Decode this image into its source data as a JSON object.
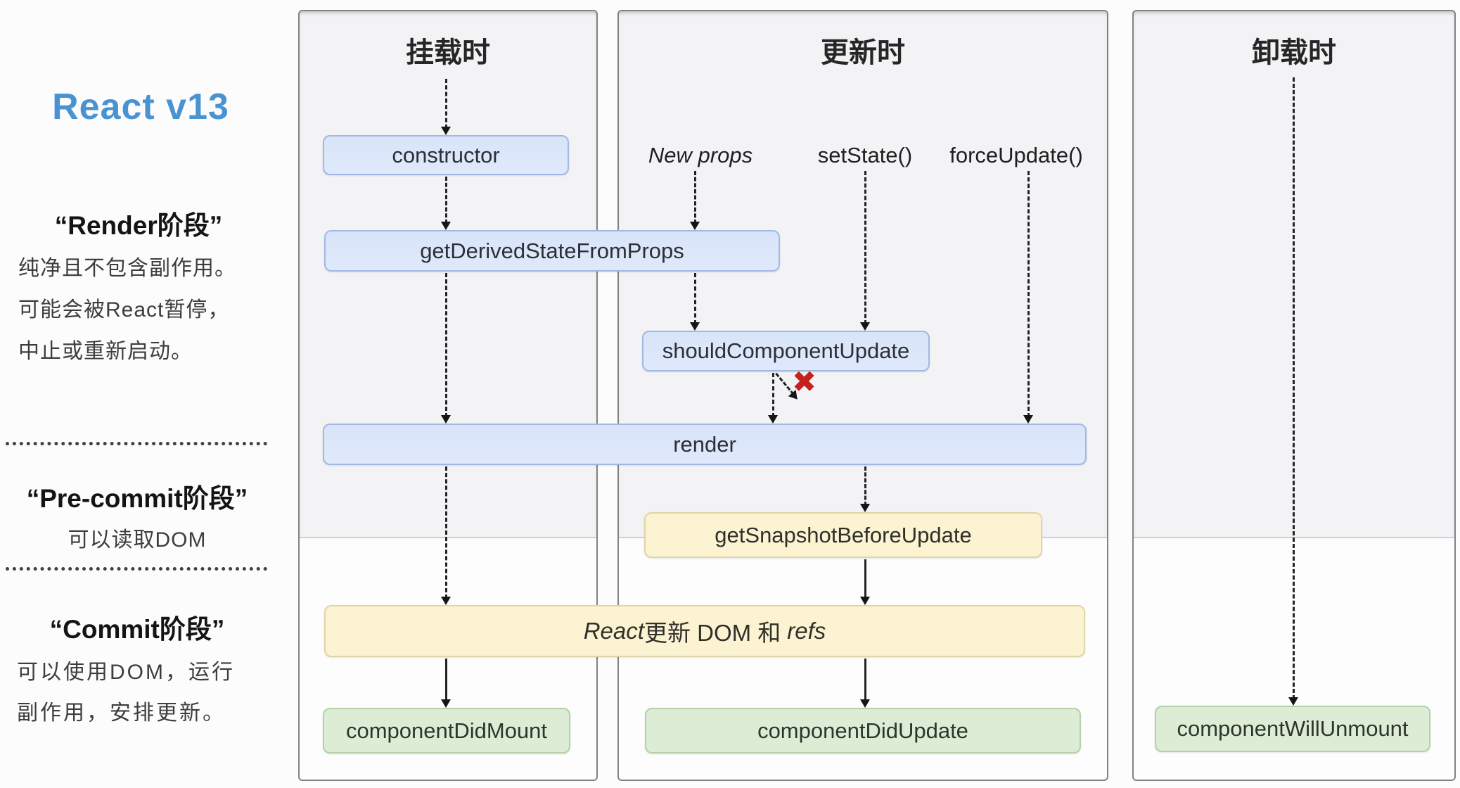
{
  "sidebar": {
    "title": "React v13",
    "sections": [
      {
        "heading": "“Render阶段”",
        "lines": [
          "纯净且不包含副作用。",
          "可能会被React暂停，",
          "中止或重新启动。"
        ]
      },
      {
        "heading": "“Pre-commit阶段”",
        "lines": [
          "可以读取DOM"
        ]
      },
      {
        "heading": "“Commit阶段”",
        "lines": [
          "可以使用DOM，运行",
          "副作用，安排更新。"
        ]
      }
    ]
  },
  "panels": [
    {
      "header": "挂载时"
    },
    {
      "header": "更新时"
    },
    {
      "header": "卸载时"
    }
  ],
  "triggers": {
    "new_props": "New props",
    "set_state": "setState()",
    "force_update": "forceUpdate()"
  },
  "lifecycle": {
    "constructor_label": "constructor",
    "get_derived_state_from_props": "getDerivedStateFromProps",
    "should_component_update": "shouldComponentUpdate",
    "render": "render",
    "get_snapshot_before_update": "getSnapshotBeforeUpdate",
    "react_updates_prefix": "React",
    "react_updates_middle": "更新 DOM 和",
    "react_updates_suffix": "refs",
    "component_did_mount": "componentDidMount",
    "component_did_update": "componentDidUpdate",
    "component_will_unmount": "componentWillUnmount"
  },
  "markers": {
    "skip_update_x": "✖"
  },
  "colors": {
    "accent_blue": "#4a93d2",
    "box_blue_fill": "#dbe7fa",
    "box_blue_border": "#a2b8e4",
    "box_yellow_fill": "#fcf3d2",
    "box_yellow_border": "#e2d5a4",
    "box_green_fill": "#dcecd5",
    "box_green_border": "#b4d1aa",
    "panel_gray": "#f3f3f6",
    "red_x": "#c5211e"
  }
}
